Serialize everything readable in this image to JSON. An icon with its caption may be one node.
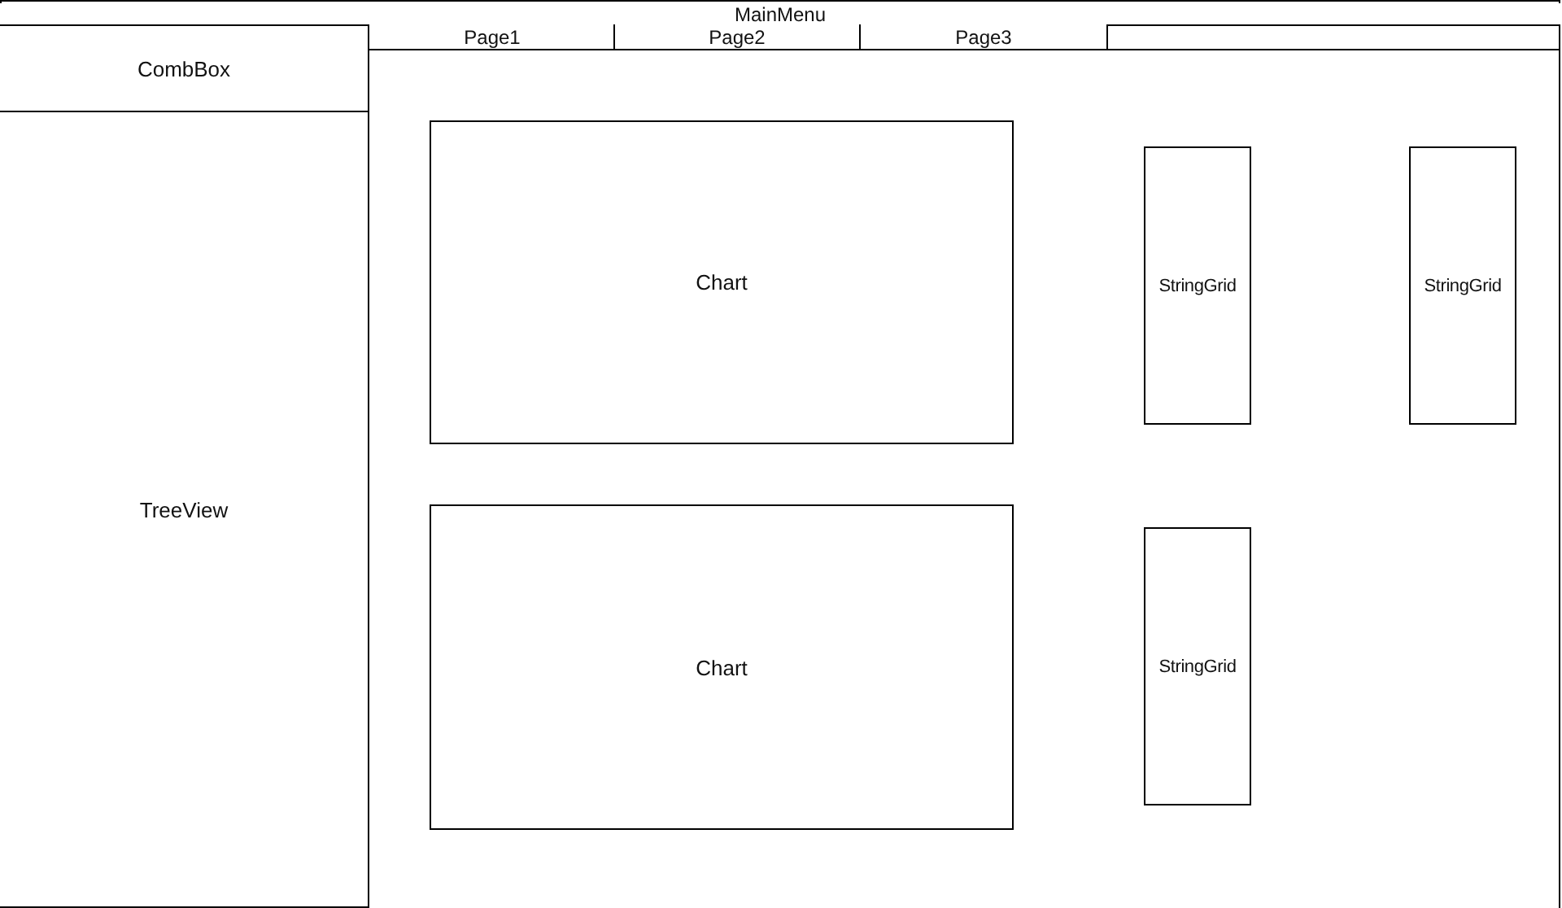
{
  "diagram": {
    "nodes": [
      {
        "text": [
          "MainMenu"
        ]
      },
      {
        "text": [
          "CombBox"
        ]
      },
      {
        "text": [
          "TreeView"
        ]
      },
      {
        "text": [
          "Page1"
        ]
      },
      {
        "text": [
          "Page2"
        ]
      },
      {
        "text": [
          "Page3"
        ]
      },
      {
        "text": [],
        "shape": "box"
      },
      {
        "text": [
          "Chart"
        ],
        "in": 6
      },
      {
        "text": [
          "StringGrid"
        ],
        "in": 6
      },
      {
        "text": [
          "StringGrid"
        ],
        "in": 6
      },
      {
        "text": [
          "Chart"
        ],
        "in": 6
      },
      {
        "text": [
          "StringGrid"
        ],
        "in": 6
      }
    ]
  }
}
